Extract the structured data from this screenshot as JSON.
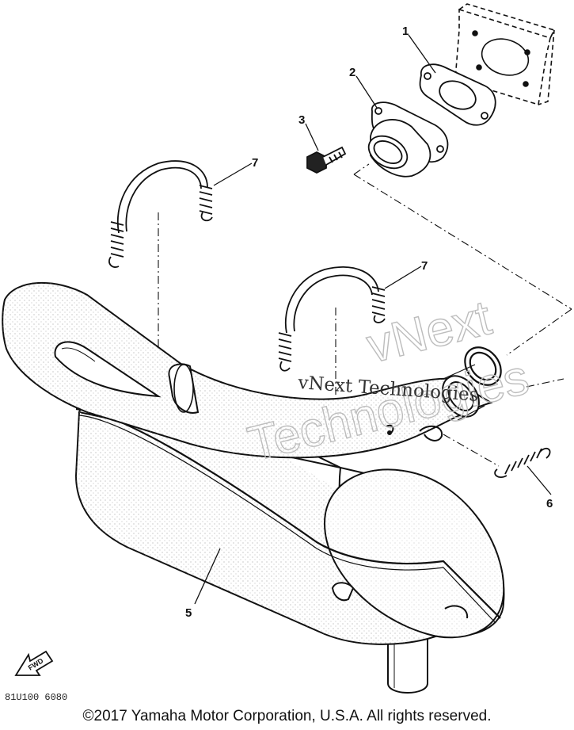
{
  "parts": [
    {
      "number": "1"
    },
    {
      "number": "2"
    },
    {
      "number": "3"
    },
    {
      "number": "5"
    },
    {
      "number": "6"
    },
    {
      "number": "7"
    },
    {
      "number": "7"
    }
  ],
  "watermark": {
    "outline_line1": "vNext",
    "outline_line2": "Technologies",
    "text": "vNext Technologies"
  },
  "fwd_label": "FWD",
  "diagram_code": "81U100 6080",
  "copyright": "©2017 Yamaha Motor Corporation, U.S.A. All rights reserved."
}
